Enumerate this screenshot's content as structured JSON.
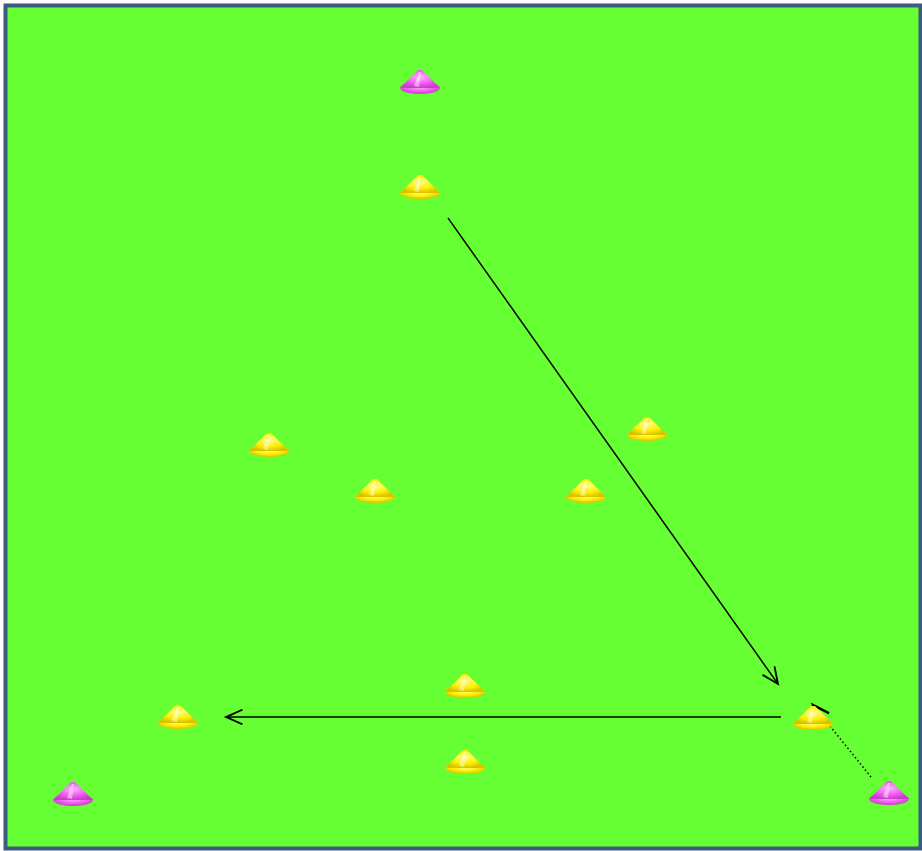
{
  "pitch": {
    "background_color": "#66ff33",
    "border_color": "#3d5a80"
  },
  "cone_colors": {
    "magenta": "#f05cf0",
    "yellow": "#ffee00"
  },
  "legend": [],
  "cones": [
    {
      "id": "top-magenta",
      "color": "magenta"
    },
    {
      "id": "top-yellow",
      "color": "yellow"
    },
    {
      "id": "mid-left-yellow",
      "color": "yellow"
    },
    {
      "id": "mid-center-left-yellow",
      "color": "yellow"
    },
    {
      "id": "mid-center-right-yellow",
      "color": "yellow"
    },
    {
      "id": "mid-right-yellow",
      "color": "yellow"
    },
    {
      "id": "bottom-center-upper-yellow",
      "color": "yellow"
    },
    {
      "id": "bottom-left-yellow",
      "color": "yellow"
    },
    {
      "id": "bottom-right-yellow",
      "color": "yellow"
    },
    {
      "id": "bottom-center-lower-yellow",
      "color": "yellow"
    },
    {
      "id": "bottom-left-magenta",
      "color": "magenta"
    },
    {
      "id": "bottom-right-magenta",
      "color": "magenta"
    }
  ],
  "arrows": [
    {
      "id": "diagonal-pass-arrow",
      "style": "solid"
    },
    {
      "id": "horizontal-pass-arrow",
      "style": "solid"
    },
    {
      "id": "player-run-arrow",
      "style": "dotted"
    }
  ]
}
